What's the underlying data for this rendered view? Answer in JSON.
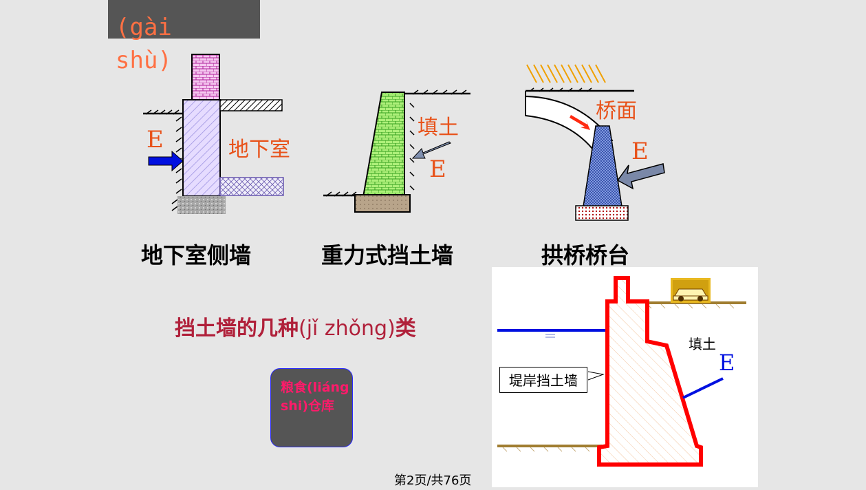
{
  "slide": {
    "pinyin_top": "(gài",
    "pinyin_bottom": "shù)",
    "captions": {
      "basement": "地下室侧墙",
      "gravity": "重力式挡土墙",
      "arch": "拱桥桥台"
    },
    "labels": {
      "basement_room": "地下室",
      "fill": "填土",
      "deck": "桥面",
      "e_basement": "E",
      "e_gravity": "E",
      "e_arch": "E"
    },
    "subtitle_main": "挡土墙的几种",
    "subtitle_pinyin": "(jǐ zhǒng)",
    "subtitle_end": "类",
    "granary_text": "粮食(liáng shi)仓库",
    "levee": {
      "callout": "堤岸挡土墙",
      "fill": "填土",
      "e": "E"
    },
    "footer": "第2页/共76页"
  },
  "colors": {
    "orange_text": "#e8521a",
    "subtitle": "#b0203a",
    "granary_text": "#ff1a6a",
    "wall_red": "#ff0000",
    "arrow_blue": "#0000ff"
  }
}
